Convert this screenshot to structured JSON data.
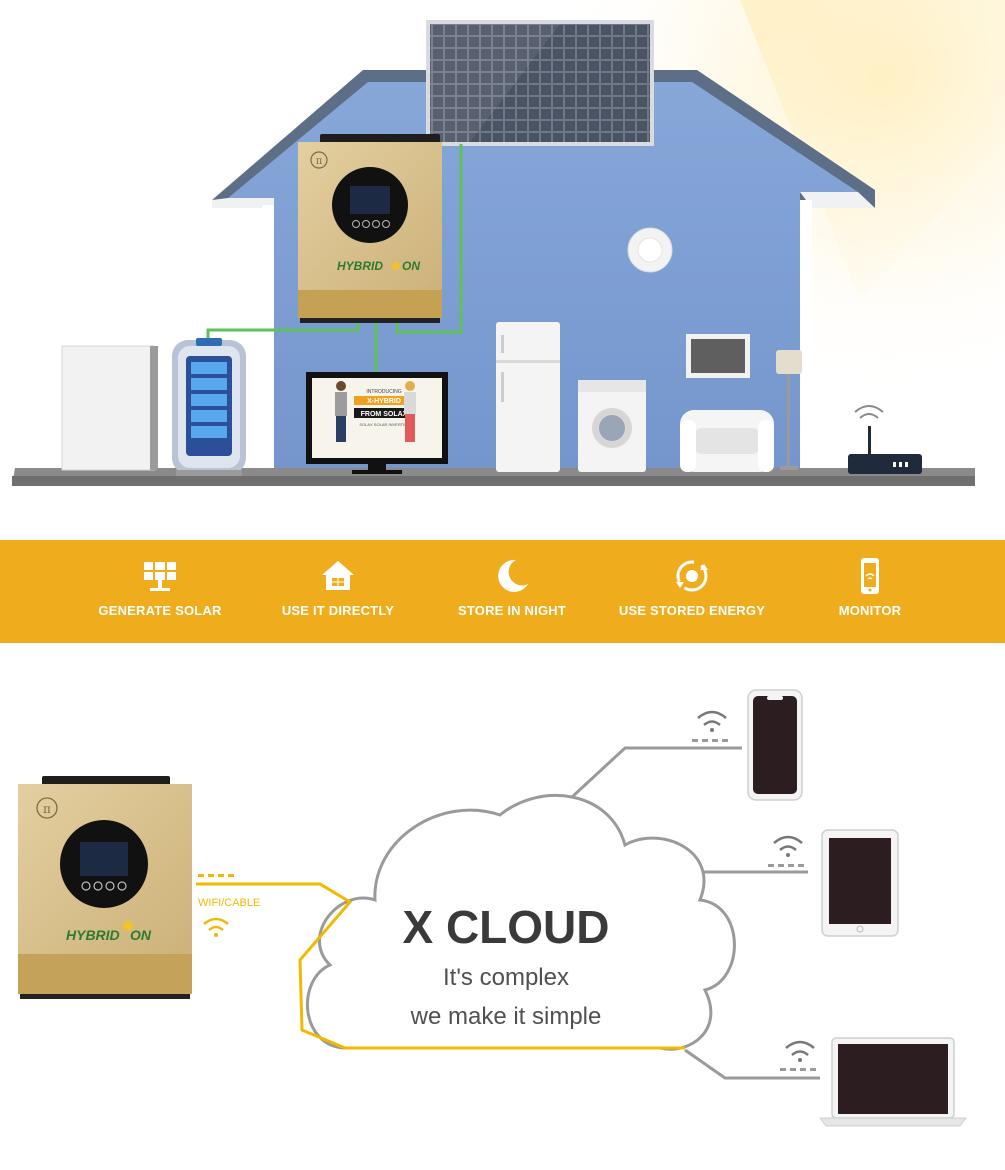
{
  "inverter": {
    "brand_top": "HYBRID",
    "brand_bottom": "ON",
    "logo_symbol": "π"
  },
  "tv_screen": {
    "line1": "INTRODUCING",
    "line2": "X-HYBRID",
    "line3": "FROM SOLAX",
    "line4": "SOLAX SOLAR INVERTER"
  },
  "features": [
    {
      "label": "GENERATE SOLAR",
      "icon": "solar-panel-icon"
    },
    {
      "label": "USE IT DIRECTLY",
      "icon": "house-icon"
    },
    {
      "label": "STORE IN NIGHT",
      "icon": "moon-icon"
    },
    {
      "label": "USE STORED ENERGY",
      "icon": "recycle-energy-icon"
    },
    {
      "label": "MONITOR",
      "icon": "smartphone-icon"
    }
  ],
  "connection_label": "WIFI/CABLE",
  "cloud": {
    "title": "X CLOUD",
    "line1": "It's complex",
    "line2": "we make it simple"
  },
  "colors": {
    "banner": "#efad1d",
    "house_wall": "#7d9fd3",
    "house_roof": "#5e7288",
    "inverter_gold": "#d8bf8a",
    "connection_line": "#f2b900",
    "device_line": "#9a9a9a",
    "cable_green": "#5ec15a"
  }
}
